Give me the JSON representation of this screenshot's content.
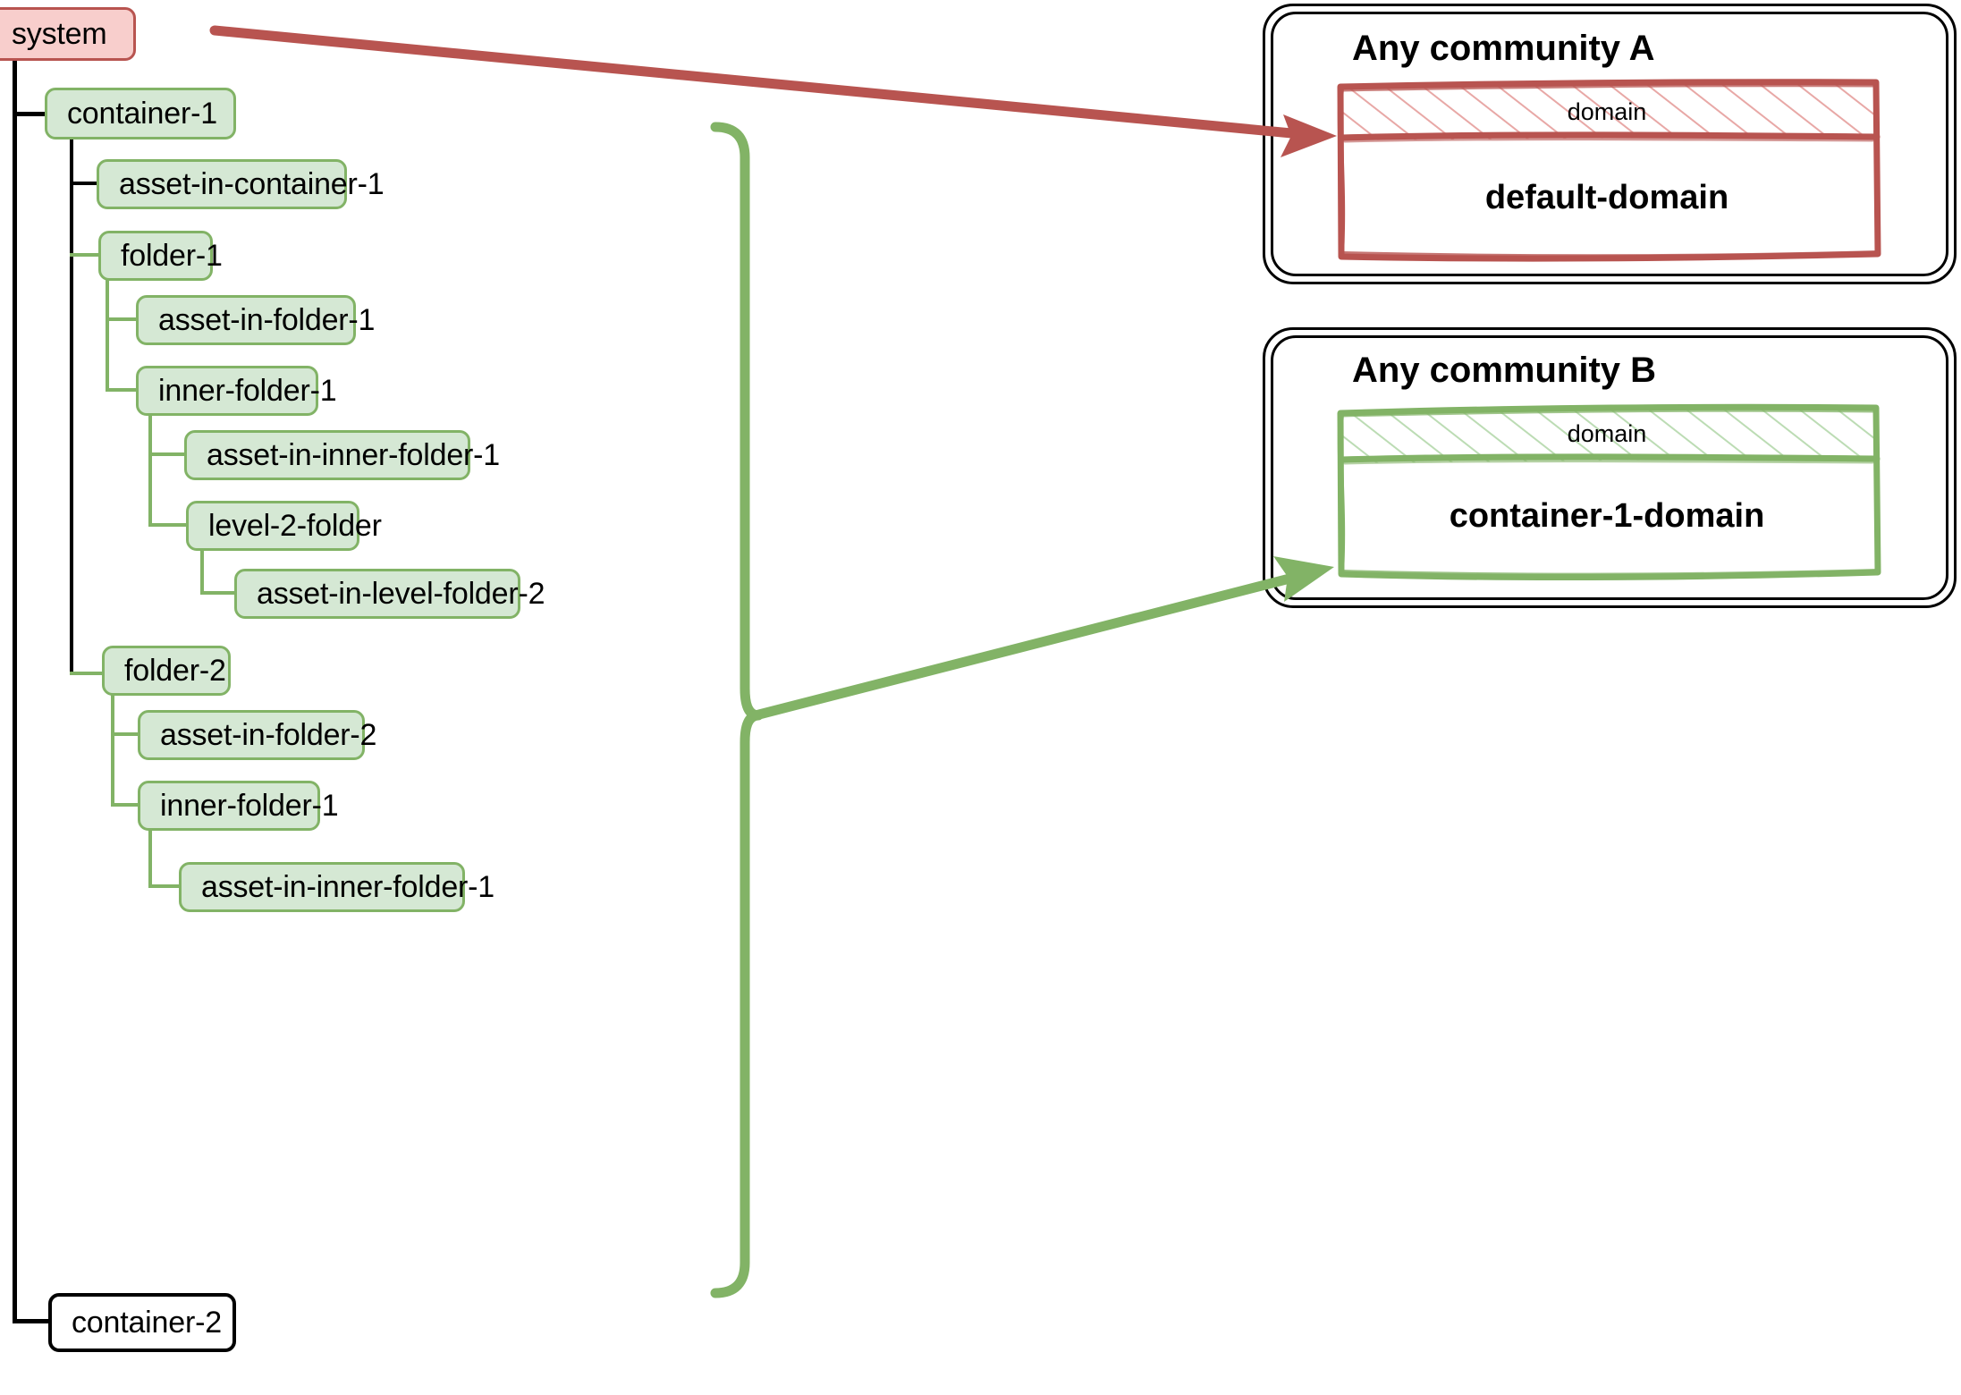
{
  "colors": {
    "tree_node_fill": "#d5e8d4",
    "tree_node_stroke": "#82b366",
    "root_node_fill": "#f8cecc",
    "root_node_stroke": "#b85450",
    "red_accent": "#b85450",
    "green_accent": "#82b366",
    "hatch_red": "#e8a8a6",
    "hatch_green": "#bcdcb4",
    "panel_stroke": "#000000",
    "background": "#ffffff"
  },
  "tree": {
    "root": {
      "label": "system"
    },
    "nodes": [
      {
        "label": "system",
        "level": 0,
        "style": "root"
      },
      {
        "label": "container-1",
        "level": 1,
        "style": "green"
      },
      {
        "label": "asset-in-container-1",
        "level": 2,
        "style": "green"
      },
      {
        "label": "folder-1",
        "level": 2,
        "style": "green"
      },
      {
        "label": "asset-in-folder-1",
        "level": 3,
        "style": "green"
      },
      {
        "label": "inner-folder-1",
        "level": 3,
        "style": "green"
      },
      {
        "label": "asset-in-inner-folder-1",
        "level": 4,
        "style": "green"
      },
      {
        "label": "level-2-folder",
        "level": 4,
        "style": "green"
      },
      {
        "label": "asset-in-level-folder-2",
        "level": 5,
        "style": "green"
      },
      {
        "label": "folder-2",
        "level": 2,
        "style": "green"
      },
      {
        "label": "asset-in-folder-2",
        "level": 3,
        "style": "green"
      },
      {
        "label": "inner-folder-1",
        "level": 3,
        "style": "green"
      },
      {
        "label": "asset-in-inner-folder-1",
        "level": 4,
        "style": "green"
      },
      {
        "label": "container-2",
        "level": 1,
        "style": "plain"
      }
    ]
  },
  "communities": [
    {
      "id": "community-a",
      "title": "Any community A",
      "accent": "#b85450",
      "domain": {
        "stereotype": "domain",
        "name": "default-domain"
      }
    },
    {
      "id": "community-b",
      "title": "Any community B",
      "accent": "#82b366",
      "domain": {
        "stereotype": "domain",
        "name": "container-1-domain"
      }
    }
  ],
  "connectors": [
    {
      "from": "system",
      "to": "default-domain",
      "color": "#b85450"
    },
    {
      "from": "container-1-subtree",
      "to": "container-1-domain",
      "color": "#82b366"
    }
  ]
}
